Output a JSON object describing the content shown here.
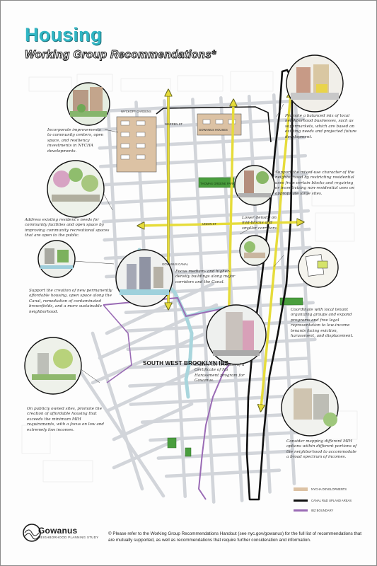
{
  "header": {
    "title": "Housing",
    "subtitle": "Working Group Recommendations*"
  },
  "annotations": [
    "Incorporate improvements to community centers, open space, and resiliency investments in NYCHA developments.",
    "Address existing resident's needs for community facilities and open space by improving community recreational spaces that are open to the public.",
    "Support the creation of new permanently affordable housing, open space along the Canal, remediation of contaminated brownfields, and a more sustainable neighborhood.",
    "On publicly owned sites, promote the creation of affordable housing that exceeds the minimum MIH requirements, with a focus on low and extremely low incomes.",
    "Promote a balanced mix of local neighborhood businesses, such as supermarkets, which are based on existing needs and projected future development.",
    "Support the mixed-use character of the neighborhood by restricting residential uses from certain blocks and requiring or incentivizing non-residential uses on appropriate large sites.",
    "Lower density on mid-blocks and smaller corridors.",
    "Focus medium- and higher-density buildings along major corridors and the Canal.",
    "Coordinate with local tenant organizing groups and expand programs and free legal representation to low-income tenants facing eviction, harassment, and displacement.",
    "Explore the creation of a Certificate of No Harassment program for Gowanus.",
    "Consider mapping different MIH options within different portions of the neighborhood to accommodate a broad spectrum of incomes."
  ],
  "map_labels": {
    "nycha_1": "WYCKOFF GARDENS",
    "nycha_2": "GOWANUS HOUSES",
    "park": "THOMAS GREENE PARK",
    "street_1": "WARREN ST",
    "street_2": "UNION ST",
    "canal": "GOWANUS CANAL",
    "bid": "SOUTH WEST BROOKLYN IBZ"
  },
  "legend": {
    "items": [
      {
        "label": "NYCHA DEVELOPMENTS",
        "kind": "fill",
        "color": "#dcc2a4"
      },
      {
        "label": "CANAL R&D UPLAND AREAS",
        "kind": "line",
        "color": "#111111"
      },
      {
        "label": "IBZ BOUNDARY",
        "kind": "line",
        "color": "#9a6bb5"
      }
    ]
  },
  "logo": {
    "name": "Gowanus",
    "tagline": "NEIGHBORHOOD PLANNING STUDY"
  },
  "footer": {
    "symbol": "©",
    "text": "Please refer to the Working Group Recommendations Handout (see nyc.gov/gowanus) for the full list of recommendations that are mutually supported, as well as recommendations that require further consideration and information."
  },
  "colors": {
    "title": "#31b6c4",
    "corridor": "#e6dc3a",
    "nycha": "#dcc2a4",
    "ibz": "#9a6bb5",
    "park": "#4a9e3e",
    "canal": "#a9d6dd",
    "street": "#d2d5da"
  }
}
